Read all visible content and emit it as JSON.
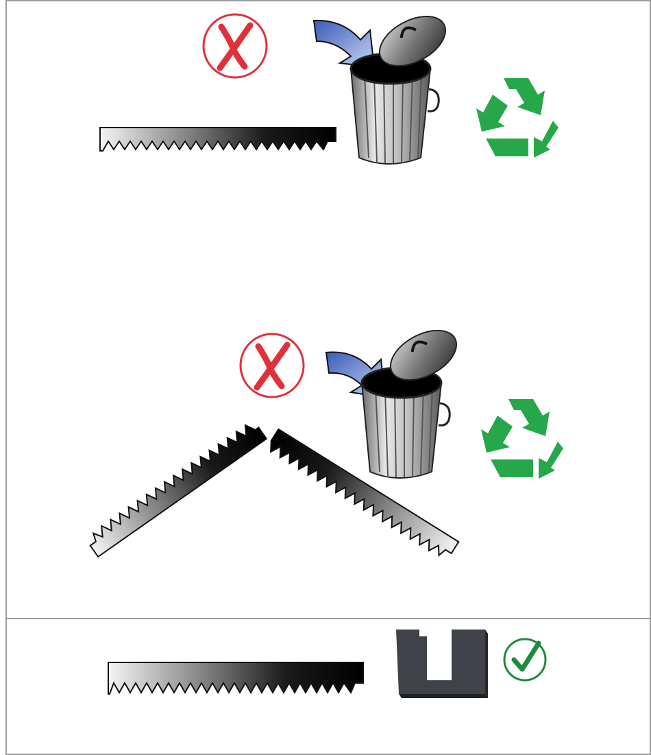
{
  "panels": [
    {
      "name": "top-panel",
      "items": [
        "saw-blade",
        "prohibited-icon",
        "trash-can",
        "recycle-icon"
      ]
    },
    {
      "name": "bottom-panel",
      "items": [
        "saw-blade",
        "blade-guard",
        "approved-icon"
      ]
    }
  ],
  "colors": {
    "prohibited": "#e0303a",
    "approved": "#1f8a3c",
    "recycle": "#26a84a",
    "arrow": "#4f6fc2",
    "border": "#9a9a9a",
    "guard": "#3f4248"
  },
  "icons": {
    "prohibited": "prohibited-icon",
    "approved": "checkmark-icon",
    "recycle": "recycle-icon",
    "trash": "trash-can-icon"
  }
}
